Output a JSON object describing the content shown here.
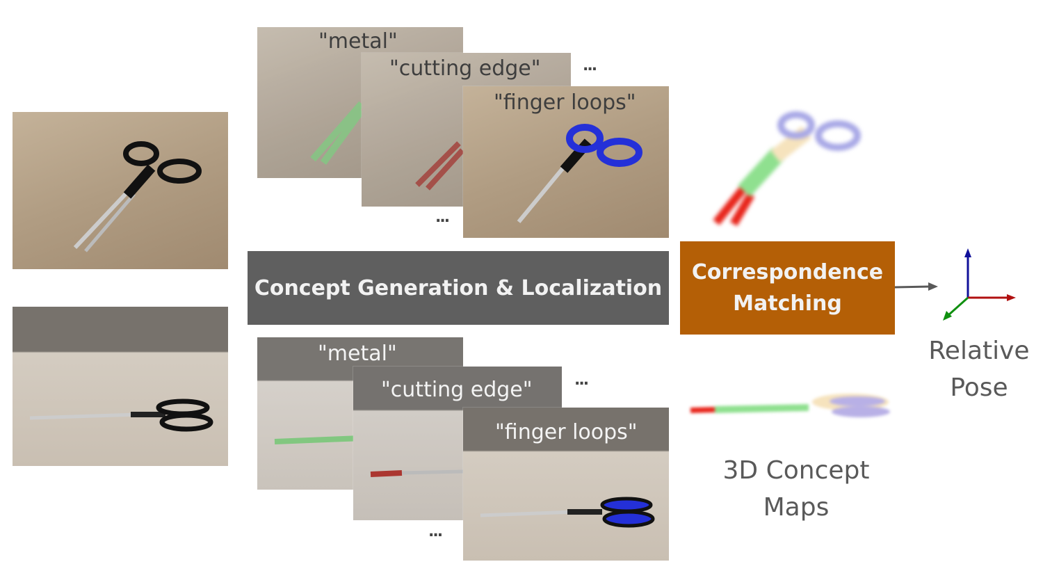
{
  "stages": {
    "concept_box": "Concept Generation & Localization",
    "matching_box": "Correspondence Matching",
    "matching_line1": "Correspondence",
    "matching_line2": "Matching"
  },
  "concepts_top": [
    "\"metal\"",
    "\"cutting edge\"",
    "\"finger loops\""
  ],
  "concepts_bottom": [
    "\"metal\"",
    "\"cutting edge\"",
    "\"finger loops\""
  ],
  "ellipsis": "...",
  "captions": {
    "concept_maps_line1": "3D Concept",
    "concept_maps_line2": "Maps",
    "pose_line1": "Relative",
    "pose_line2": "Pose"
  },
  "colors": {
    "concept_box": "#5f5f5f",
    "matching_box": "#b45f06",
    "metal": "#4cd34c",
    "cutting_edge": "#e8261c",
    "finger_loops": "#2430d8",
    "axis_x": "#b01010",
    "axis_y": "#10109a",
    "axis_z": "#109010"
  }
}
